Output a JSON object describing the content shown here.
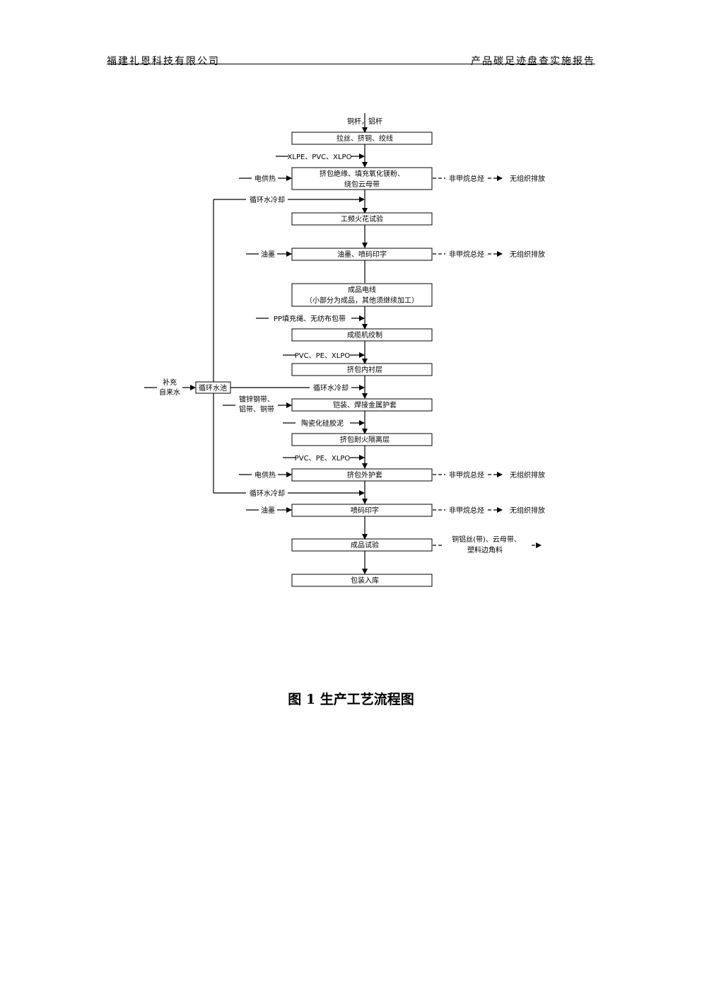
{
  "header": {
    "company": "福建礼恩科技有限公司",
    "report_title": "产品碳足迹盘查实施报告"
  },
  "flow": {
    "input_top": "铜杆，铝杆",
    "steps": [
      "拉丝、挤铜、绞线",
      "挤包绝缘、填充氧化镁粉、",
      "绕包云母带",
      "工频火花试验",
      "油墨、喷码印字",
      "成品电线",
      "（小部分为成品，其他须继续加工）",
      "成缆机绞制",
      "挤包内衬层",
      "铠装、焊接金属护套",
      "挤包耐火隔离层",
      "挤包外护套",
      "喷码印字",
      "成品试验",
      "包装入库"
    ],
    "inputs": {
      "xlpe": "XLPE、PVC、XLPO",
      "power1": "电供热",
      "cooling1": "循环水冷却",
      "ink1": "油墨",
      "pp": "PP填充绳、无纺布包带",
      "pvc1": "PVC、PE、XLPO",
      "cooling2": "循环水冷却",
      "steel_1": "镀锌钢带、",
      "steel_2": "铝带、铜带",
      "ceramic": "陶瓷化硅胶泥",
      "pvc2": "PVC、PE、XLPO",
      "power2": "电供热",
      "cooling3": "循环水冷却",
      "ink2": "油墨"
    },
    "pool": "循环水池",
    "makeup_1": "补充",
    "makeup_2": "自来水",
    "vocs": "非甲烷总烃",
    "emission": "无组织排放",
    "waste_1": "铜铝丝(带)、云母带、",
    "waste_2": "塑料边角料"
  },
  "caption": "图 1  生产工艺流程图"
}
